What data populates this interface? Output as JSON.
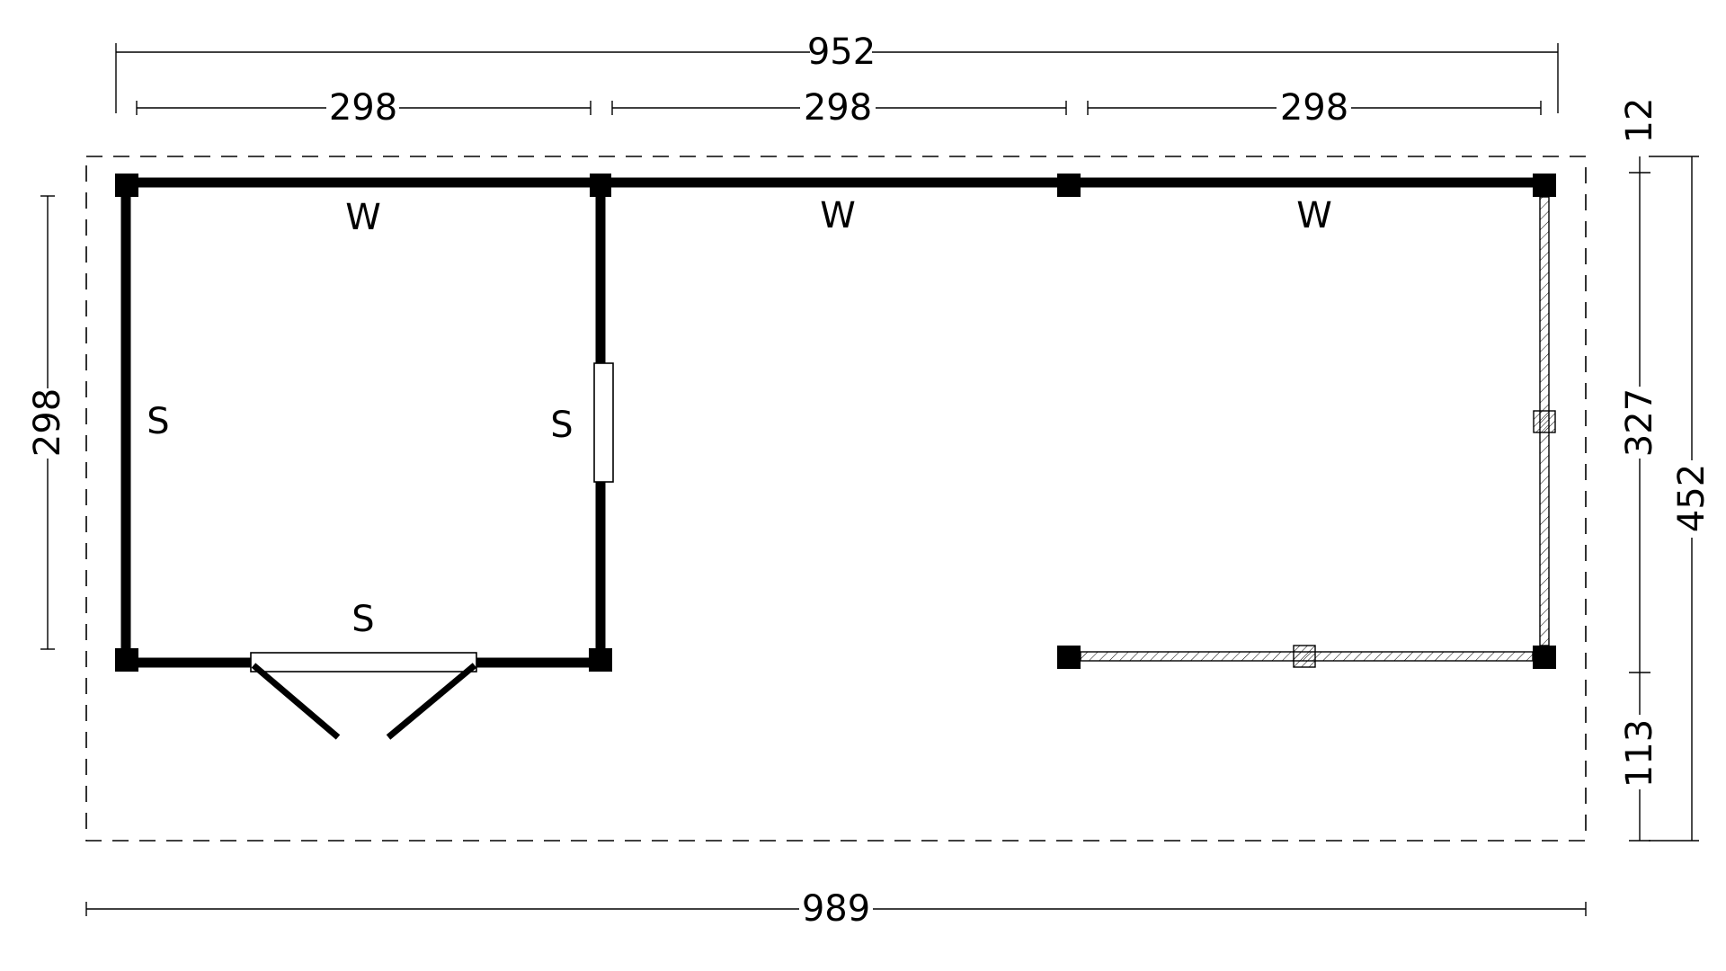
{
  "dimensions": {
    "total_width": "952",
    "bay_1": "298",
    "bay_2": "298",
    "bay_3": "298",
    "left_depth": "298",
    "right_top_offset": "12",
    "right_middle": "327",
    "right_bottom": "113",
    "right_total": "452",
    "overall_width": "989"
  },
  "labels": {
    "wall_1": "W",
    "wall_2": "W",
    "wall_3": "W",
    "side_left": "S",
    "side_inner": "S",
    "side_front": "S"
  }
}
